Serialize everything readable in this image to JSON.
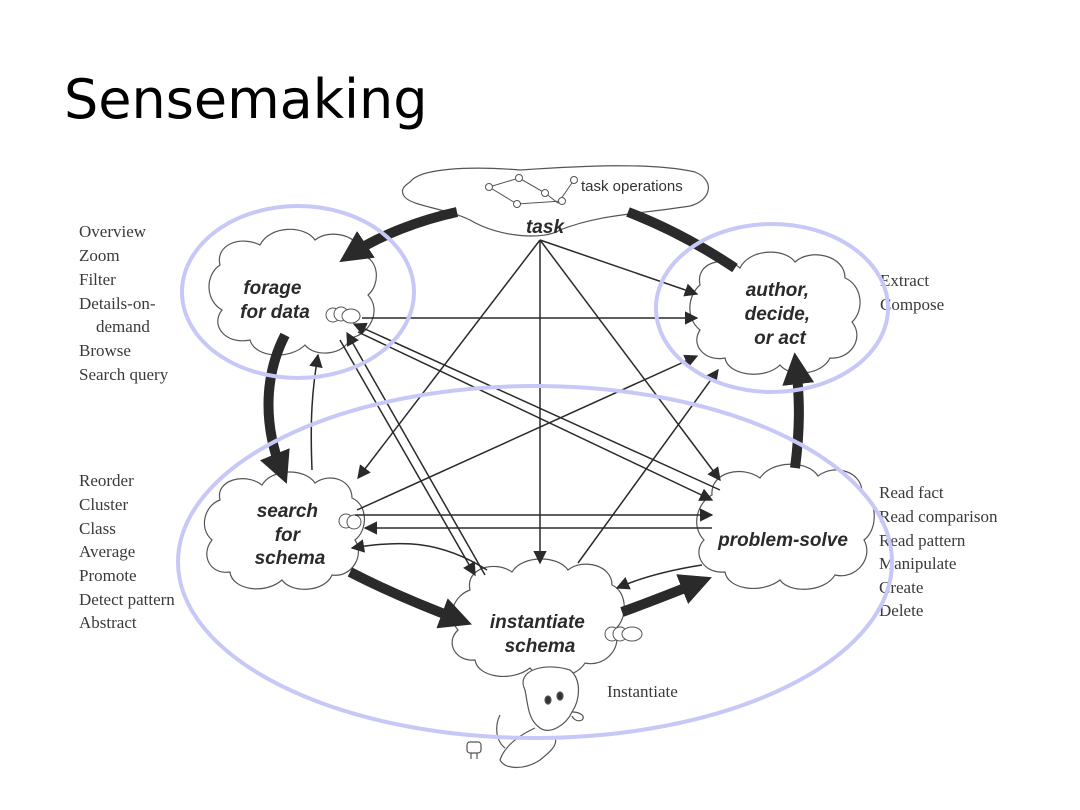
{
  "title": "Sensemaking",
  "diagram": {
    "task": {
      "label": "task",
      "annotation": "task operations"
    },
    "nodes": {
      "forage": {
        "lines": [
          "forage",
          "for data"
        ]
      },
      "author": {
        "lines": [
          "author,",
          "decide,",
          "or act"
        ]
      },
      "search": {
        "lines": [
          "search",
          "for",
          "schema"
        ]
      },
      "problem": {
        "lines": [
          "problem-solve"
        ]
      },
      "instantiate": {
        "lines": [
          "instantiate",
          "schema"
        ]
      }
    },
    "operations": {
      "forage": [
        "Overview",
        "Zoom",
        "Filter",
        "Details-on-",
        "demand",
        "Browse",
        "Search query"
      ],
      "author": [
        "Extract",
        "Compose"
      ],
      "search": [
        "Reorder",
        "Cluster",
        "Class",
        "Average",
        "Promote",
        "Detect pattern",
        "Abstract"
      ],
      "problem": [
        "Read fact",
        "Read comparison",
        "Read pattern",
        "Manipulate",
        "Create",
        "Delete"
      ],
      "instantiate": [
        "Instantiate"
      ]
    },
    "highlight_color": "#c8c8f8"
  }
}
